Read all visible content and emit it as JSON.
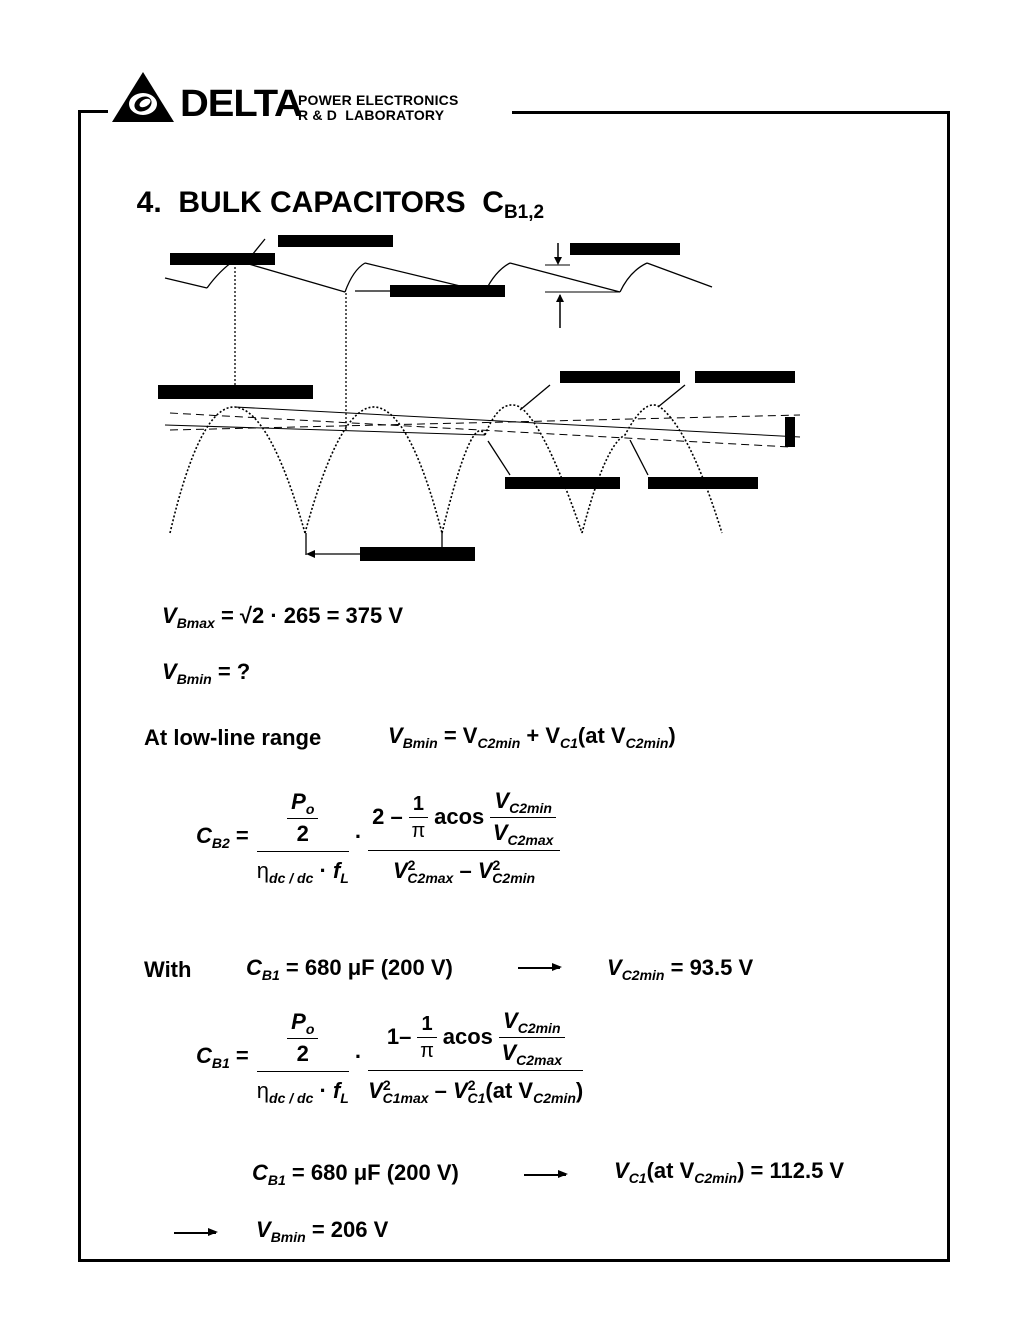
{
  "header": {
    "brand": "DELTA",
    "lab_line1": "POWER ELECTRONICS",
    "lab_line2": "R & D  LABORATORY"
  },
  "title": {
    "main": "4.  BULK CAPACITORS  C",
    "sub": "B1,2"
  },
  "equations": {
    "vbmax": {
      "lhs_v": "V",
      "lhs_sub": "Bmax",
      "rhs": "= √2 · 265 = 375 V"
    },
    "vbmin_q": {
      "lhs_v": "V",
      "lhs_sub": "Bmin",
      "rhs": "= ?"
    },
    "lowline": {
      "label": "At low-line range",
      "text_a": "= V",
      "sub_a": "C2min",
      "text_b": "+ V",
      "sub_b": "C1",
      "text_c": "(at V",
      "sub_c": "C2min",
      "text_d": ")"
    },
    "cb2": {
      "lhs_c": "C",
      "lhs_sub": "B2",
      "po": "P",
      "po_sub": "o",
      "two": "2",
      "eta": "η",
      "eta_sub": "dc / dc",
      "fl": "f",
      "fl_sub": "L",
      "k": "2 –",
      "one": "1",
      "pi": "π",
      "acos": "acos",
      "vc2min_v": "V",
      "vc2min_sub": "C2min",
      "vc2max_v": "V",
      "vc2max_sub": "C2max",
      "den_a_sub": "C2max",
      "den_b_sub": "C2min"
    },
    "with": {
      "label": "With",
      "lhs": "C",
      "lhs_sub": "B1",
      "rhs": "= 680 μF (200 V)",
      "res_v": "V",
      "res_sub": "C2min",
      "res_rhs": "= 93.5 V"
    },
    "cb1": {
      "lhs_c": "C",
      "lhs_sub": "B1",
      "po": "P",
      "po_sub": "o",
      "two": "2",
      "eta": "η",
      "eta_sub": "dc / dc",
      "fl": "f",
      "fl_sub": "L",
      "k": "1–",
      "one": "1",
      "pi": "π",
      "acos": "acos",
      "vc2min_v": "V",
      "vc2min_sub": "C2min",
      "vc2max_v": "V",
      "vc2max_sub": "C2max",
      "den_a_sub": "C1max",
      "den_b_sub": "C1",
      "den_tail": "(at V",
      "den_tail_sub": "C2min",
      "den_close": ")"
    },
    "cb1_result": {
      "lhs": "C",
      "lhs_sub": "B1",
      "rhs": "= 680 μF (200 V)",
      "res_v": "V",
      "res_sub": "C1",
      "res_mid": "(at V",
      "res_mid_sub": "C2min",
      "res_rhs": ") = 112.5 V"
    },
    "final": {
      "v": "V",
      "sub": "Bmin",
      "rhs": "= 206 V"
    }
  }
}
